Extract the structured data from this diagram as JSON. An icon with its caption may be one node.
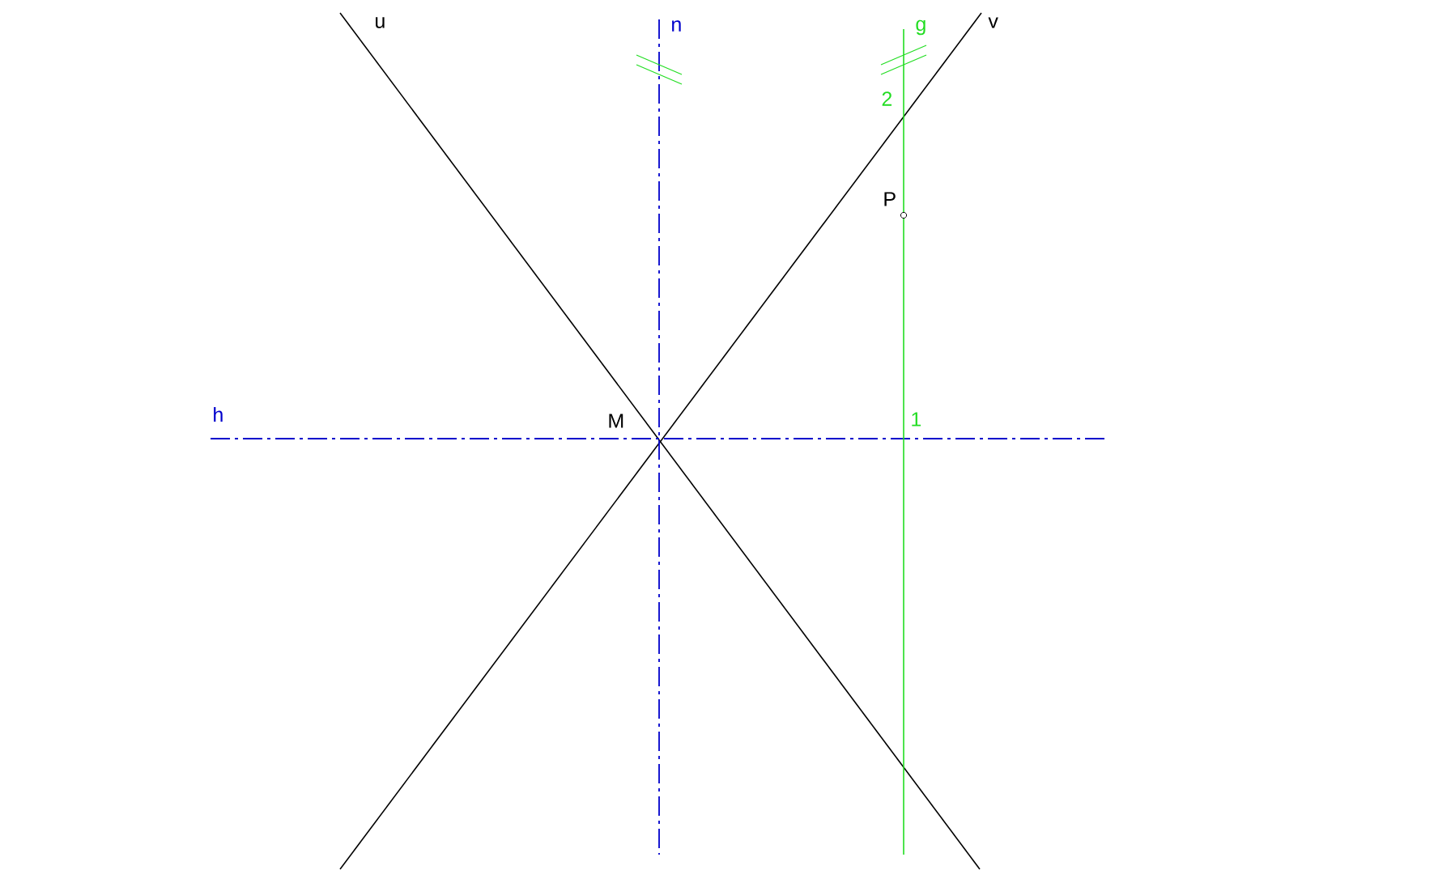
{
  "diagram": {
    "labels": [
      "u",
      "n",
      "g",
      "v",
      "2",
      "P",
      "h",
      "M",
      "1"
    ]
  }
}
